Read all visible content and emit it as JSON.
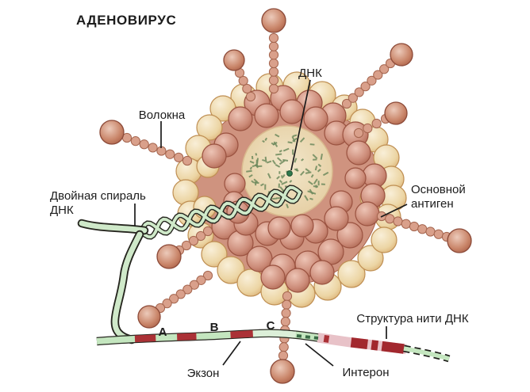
{
  "diagram": {
    "title": "АДЕНОВИРУС",
    "labels": {
      "fibers": "Волокна",
      "dna": "ДНК",
      "double_helix_line1": "Двойная спираль",
      "double_helix_line2": "ДНК",
      "antigen_line1": "Основной",
      "antigen_line2": "антиген",
      "strand": "Структура нити ДНК",
      "exon": "Экзон",
      "intron": "Интерон"
    },
    "segment_letters": [
      "A",
      "B",
      "C"
    ],
    "colors": {
      "text": "#1c1c1c",
      "capsomere_rose": "#c9836f",
      "capsomere_tan": "#ecd5a4",
      "fiber_bead": "#d9a08b",
      "fiber_knob": "#c07a63",
      "core_fill": "#eedfc0",
      "core_dna_dashes": "#6d8a5d",
      "helix_green": "#cfe9c9",
      "strand_green": "#c4e6bf",
      "strand_faded_green": "#dcefd8",
      "exon_red": "#ab3136",
      "backing_pink": "#e8c2c8",
      "dark_red_block": "#a2282e",
      "outline_dark": "#26261f"
    }
  }
}
